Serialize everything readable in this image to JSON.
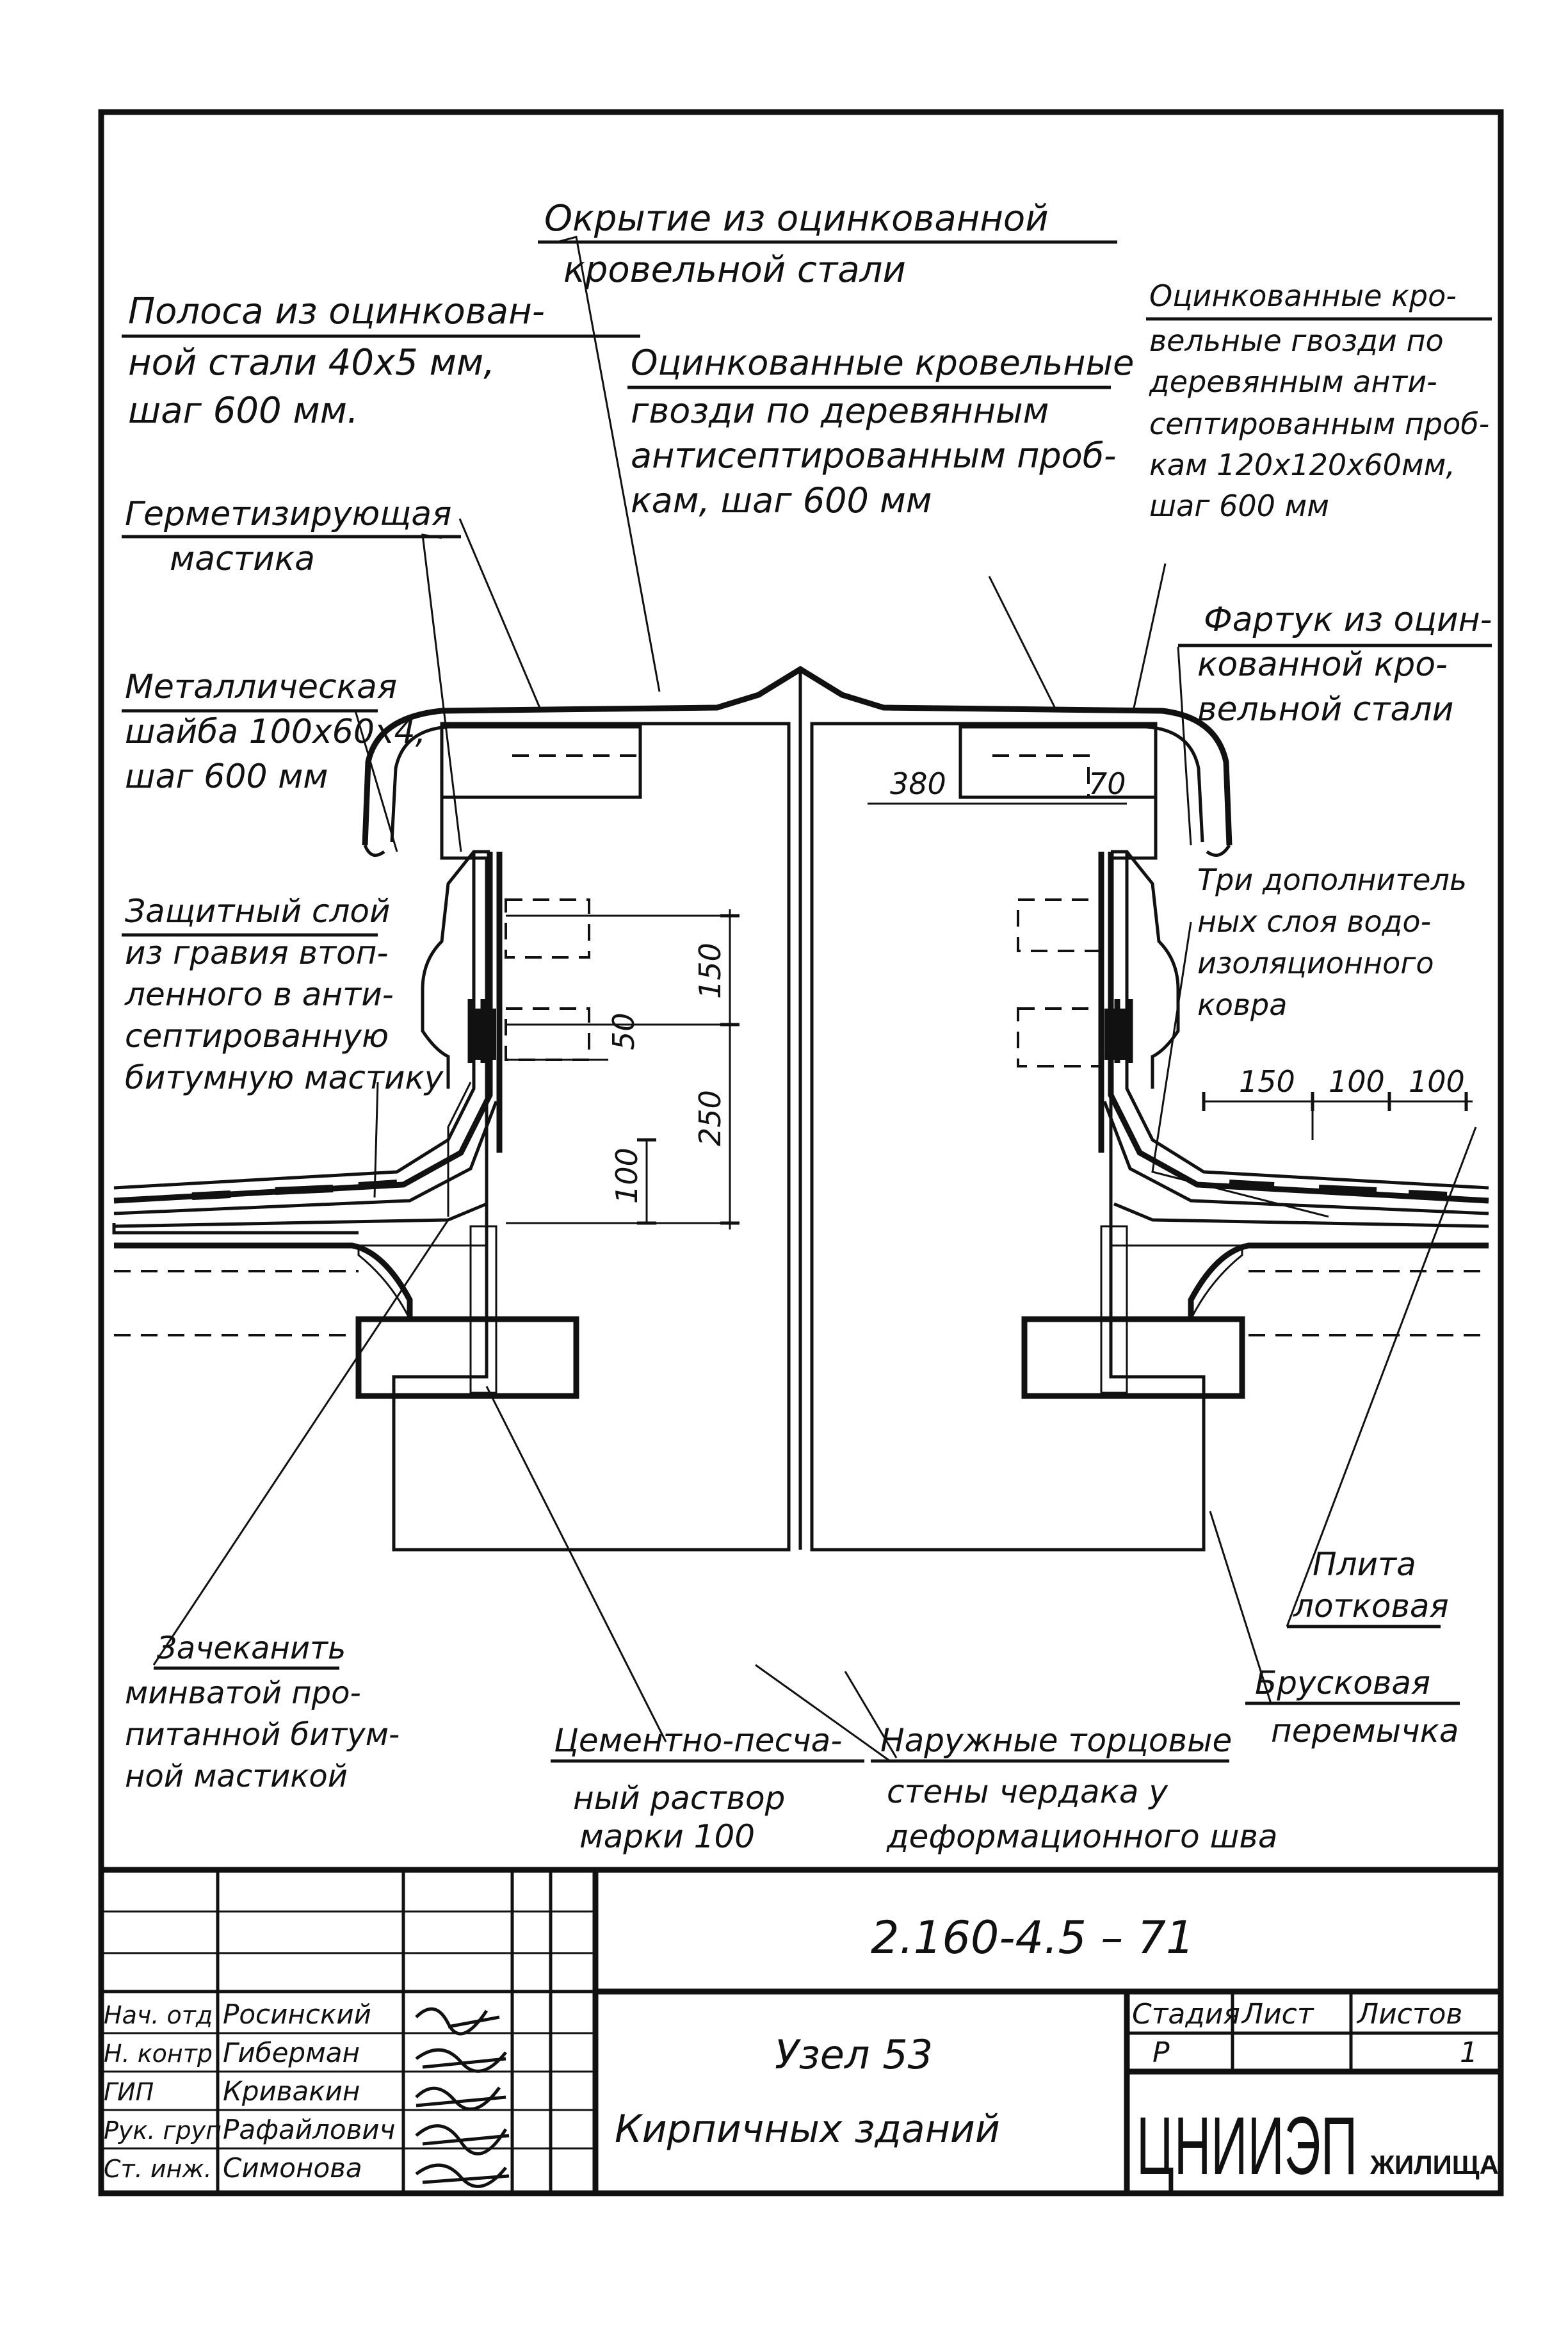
{
  "labels": {
    "cover": [
      "Окрытие из оцинкованной",
      "кровельной стали"
    ],
    "strip": [
      "Полоса из оцинкован-",
      "ной стали 40х5 мм,",
      "шаг 600 мм."
    ],
    "nails_center": [
      "Оцинкованные кровельные",
      "гвозди по деревянным",
      "антисептированным проб-",
      "кам, шаг 600 мм"
    ],
    "nails_right": [
      "Оцинкованные кро-",
      "вельные гвозди по",
      "деревянным анти-",
      "септированным проб-",
      "кам 120х120х60мм,",
      "шаг 600 мм"
    ],
    "sealant": [
      "Герметизирующая",
      "мастика"
    ],
    "washer": [
      "Металлическая",
      "шайба 100х60х4,",
      "шаг 600 мм"
    ],
    "apron": [
      "Фартук из оцин-",
      "кованной кро-",
      "вельной стали"
    ],
    "protective": [
      "Защитный слой",
      "из гравия втоп-",
      "ленного в анти-",
      "септированную",
      "битумную мастику"
    ],
    "extra_layers": [
      "Три дополнитель",
      "ных слоя водо-",
      "изоляционного",
      "ковра"
    ],
    "caulk": [
      "Зачеканить",
      "минватой про-",
      "питанной битум-",
      "ной мастикой"
    ],
    "mortar": [
      "Цементно-песча-",
      "ный раствор",
      "марки 100"
    ],
    "walls": [
      "Наружные торцовые",
      "стены чердака у",
      "деформационного шва"
    ],
    "slab": [
      "Плита",
      "лотковая"
    ],
    "lintel": [
      "Брусковая",
      "перемычка"
    ]
  },
  "dimensions": {
    "d380": "380",
    "d70": "70",
    "d150v": "150",
    "d50": "50",
    "d250": "250",
    "d100v": "100",
    "d150h": "150",
    "d100a": "100",
    "d100b": "100"
  },
  "title_block": {
    "doc_number": "2.160-4.5 – 71",
    "title_line1": "Узел 53",
    "title_line2": "Кирпичных зданий",
    "headers": [
      "Стадия",
      "Лист",
      "Листов"
    ],
    "values": [
      "Р",
      "",
      "1"
    ],
    "org_name": "ЦНИИЭП",
    "org_suffix": "ЖИЛИЩА",
    "roles": [
      "Нач. отд",
      "Н. контр",
      "ГИП",
      "Рук. груп",
      "Ст. инж."
    ],
    "names": [
      "Росинский",
      "Гиберман",
      "Кривакин",
      "Рафайлович",
      "Симонова"
    ]
  }
}
